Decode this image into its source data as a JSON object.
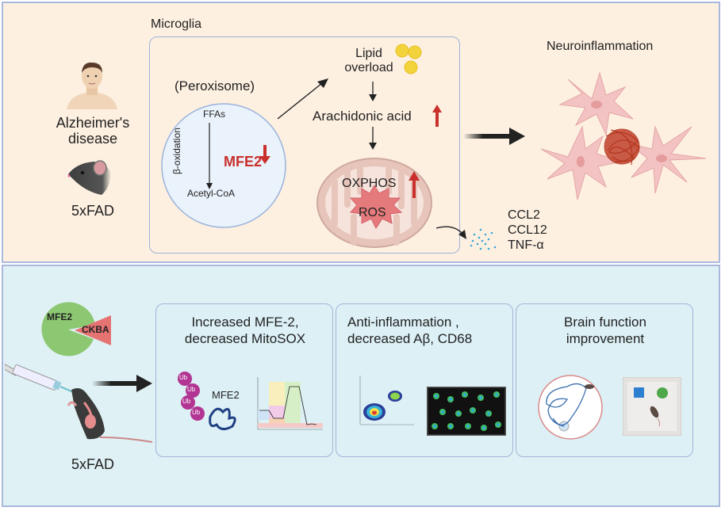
{
  "colors": {
    "top_panel_bg": "#fdf0e1",
    "bottom_panel_bg": "#dff1f5",
    "panel_border": "#a9b9de",
    "peroxisome_fill": "#eaf2fb",
    "up_down_arrow": "#c9302c",
    "lipid": "#f2d33c",
    "mitochondria": "#e9c8be",
    "ros": "#e57a7c",
    "microglia_cell": "#f3c3c3",
    "plaque": "#b0301a",
    "cytokine_dots": "#3aa6d6",
    "pie_mfe2": "#8cc771",
    "pie_ckba": "#e47372"
  },
  "top": {
    "subjects": {
      "human_label": "Alzheimer's disease",
      "human_label_line1": "Alzheimer's",
      "human_label_line2": "disease",
      "mouse_label": "5xFAD",
      "human_icon": "human-bust-icon",
      "mouse_icon": "mouse-head-icon"
    },
    "microglia": {
      "title": "Microglia",
      "peroxisome_label": "(Peroxisome)",
      "ffas": "FFAs",
      "beta_oxidation": "β-oxidation",
      "acetyl_coa": "Acetyl-CoA",
      "mfe2": "MFE2",
      "mfe2_trend": "down",
      "lipid_line1": "Lipid",
      "lipid_line2": "overload",
      "arachidonic": "Arachidonic acid",
      "arachidonic_trend": "up",
      "oxphos": "OXPHOS",
      "ros": "ROS",
      "ros_trend": "up"
    },
    "neuroinflammation": {
      "title": "Neuroinflammation",
      "cytokines": [
        "CCL2",
        "CCL12",
        "TNF-α"
      ]
    }
  },
  "bottom": {
    "treatment": {
      "pie_labels": [
        "MFE2",
        "CKBA"
      ],
      "mouse_label": "5xFAD",
      "syringe_icon": "syringe-icon",
      "mouse_icon": "mouse-full-icon"
    },
    "cards": [
      {
        "title_line1": "Increased MFE-2,",
        "title_line2": "decreased MitoSOX",
        "ub_labels": [
          "Ub",
          "Ub",
          "Ub",
          "Ub"
        ],
        "protein_label": "MFE2"
      },
      {
        "title_line1": "Anti-inflammation ,",
        "title_line2": "decreased Aβ, CD68"
      },
      {
        "title_line1": "Brain function",
        "title_line2": "improvement"
      }
    ]
  }
}
